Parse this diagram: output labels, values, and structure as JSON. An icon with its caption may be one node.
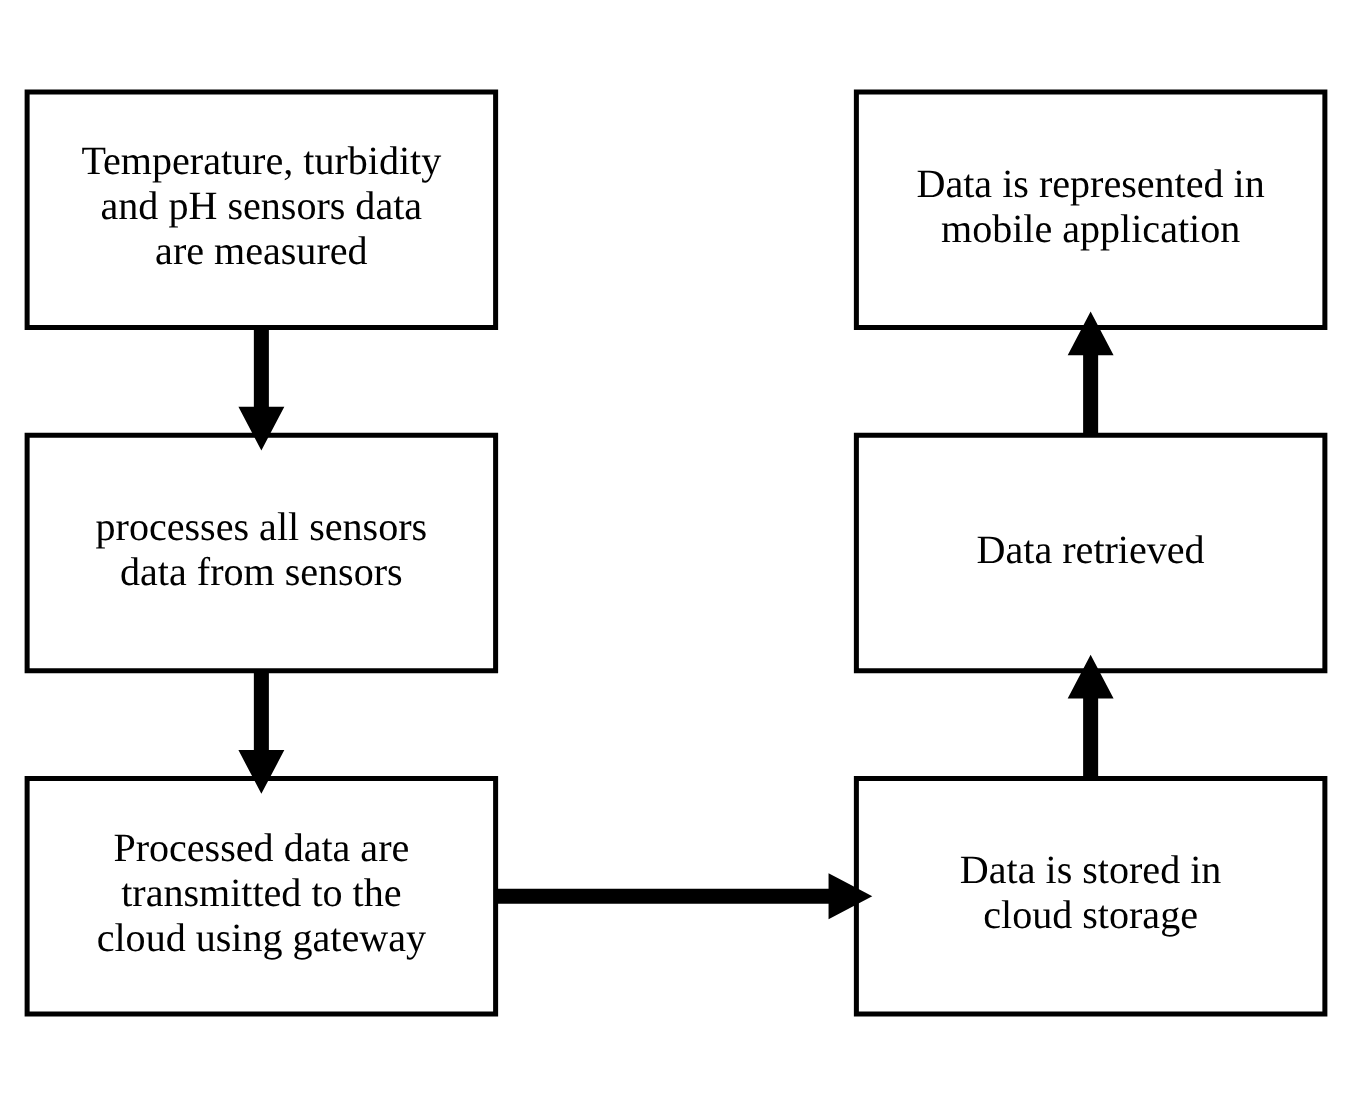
{
  "diagram": {
    "nodes": [
      {
        "text": [
          "Temperature, turbidity and pH sensors data are measured"
        ]
      },
      {
        "text": [
          "processes all sensors data from sensors"
        ]
      },
      {
        "text": [
          "Processed data are transmitted to the cloud using gateway"
        ]
      },
      {
        "text": [
          "Data is stored in cloud storage"
        ]
      },
      {
        "text": [
          "Data retrieved"
        ]
      },
      {
        "text": [
          "Data is represented in mobile application"
        ]
      }
    ],
    "edges": [
      {
        "from": 0,
        "to": 1,
        "arrow": "to"
      },
      {
        "from": 1,
        "to": 2,
        "arrow": "to"
      },
      {
        "from": 2,
        "to": 3,
        "arrow": "to"
      },
      {
        "from": 3,
        "to": 4,
        "arrow": "to"
      },
      {
        "from": 4,
        "to": 5,
        "arrow": "to"
      }
    ]
  }
}
